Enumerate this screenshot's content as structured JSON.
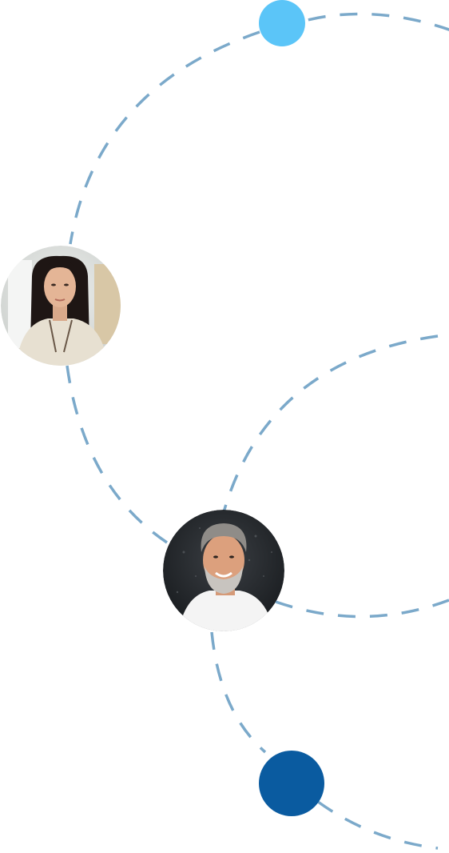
{
  "colors": {
    "background": "#ffffff",
    "dashed_path": "#7ba9ca",
    "dot_light": "#5bc5f8",
    "dot_dark": "#0a5ba0"
  },
  "avatars": [
    {
      "name": "avatar-woman",
      "description_icon": "person-photo"
    },
    {
      "name": "avatar-man",
      "description_icon": "person-photo"
    }
  ]
}
